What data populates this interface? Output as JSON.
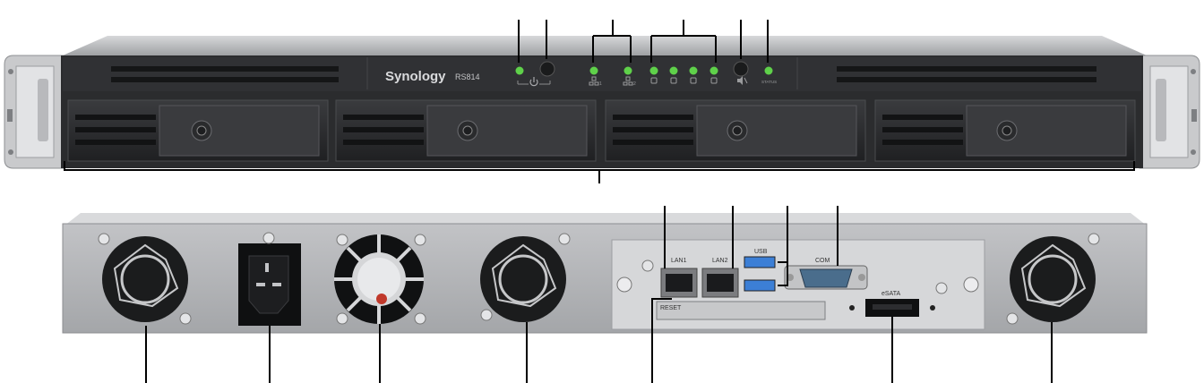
{
  "front": {
    "brand": "Synology",
    "model": "RS814",
    "status_label": "STATUS",
    "lan_labels": [
      "1",
      "2"
    ]
  },
  "rear": {
    "lan1": "LAN1",
    "lan2": "LAN2",
    "usb": "USB",
    "com": "COM",
    "esata": "eSATA",
    "reset": "RESET"
  },
  "colors": {
    "led_green": "#5fd14a",
    "chassis_dark": "#2b2c2e",
    "chassis_metal": "#a9aaad",
    "usb_blue": "#3c7fd6",
    "com_blue": "#4a6d8c"
  }
}
